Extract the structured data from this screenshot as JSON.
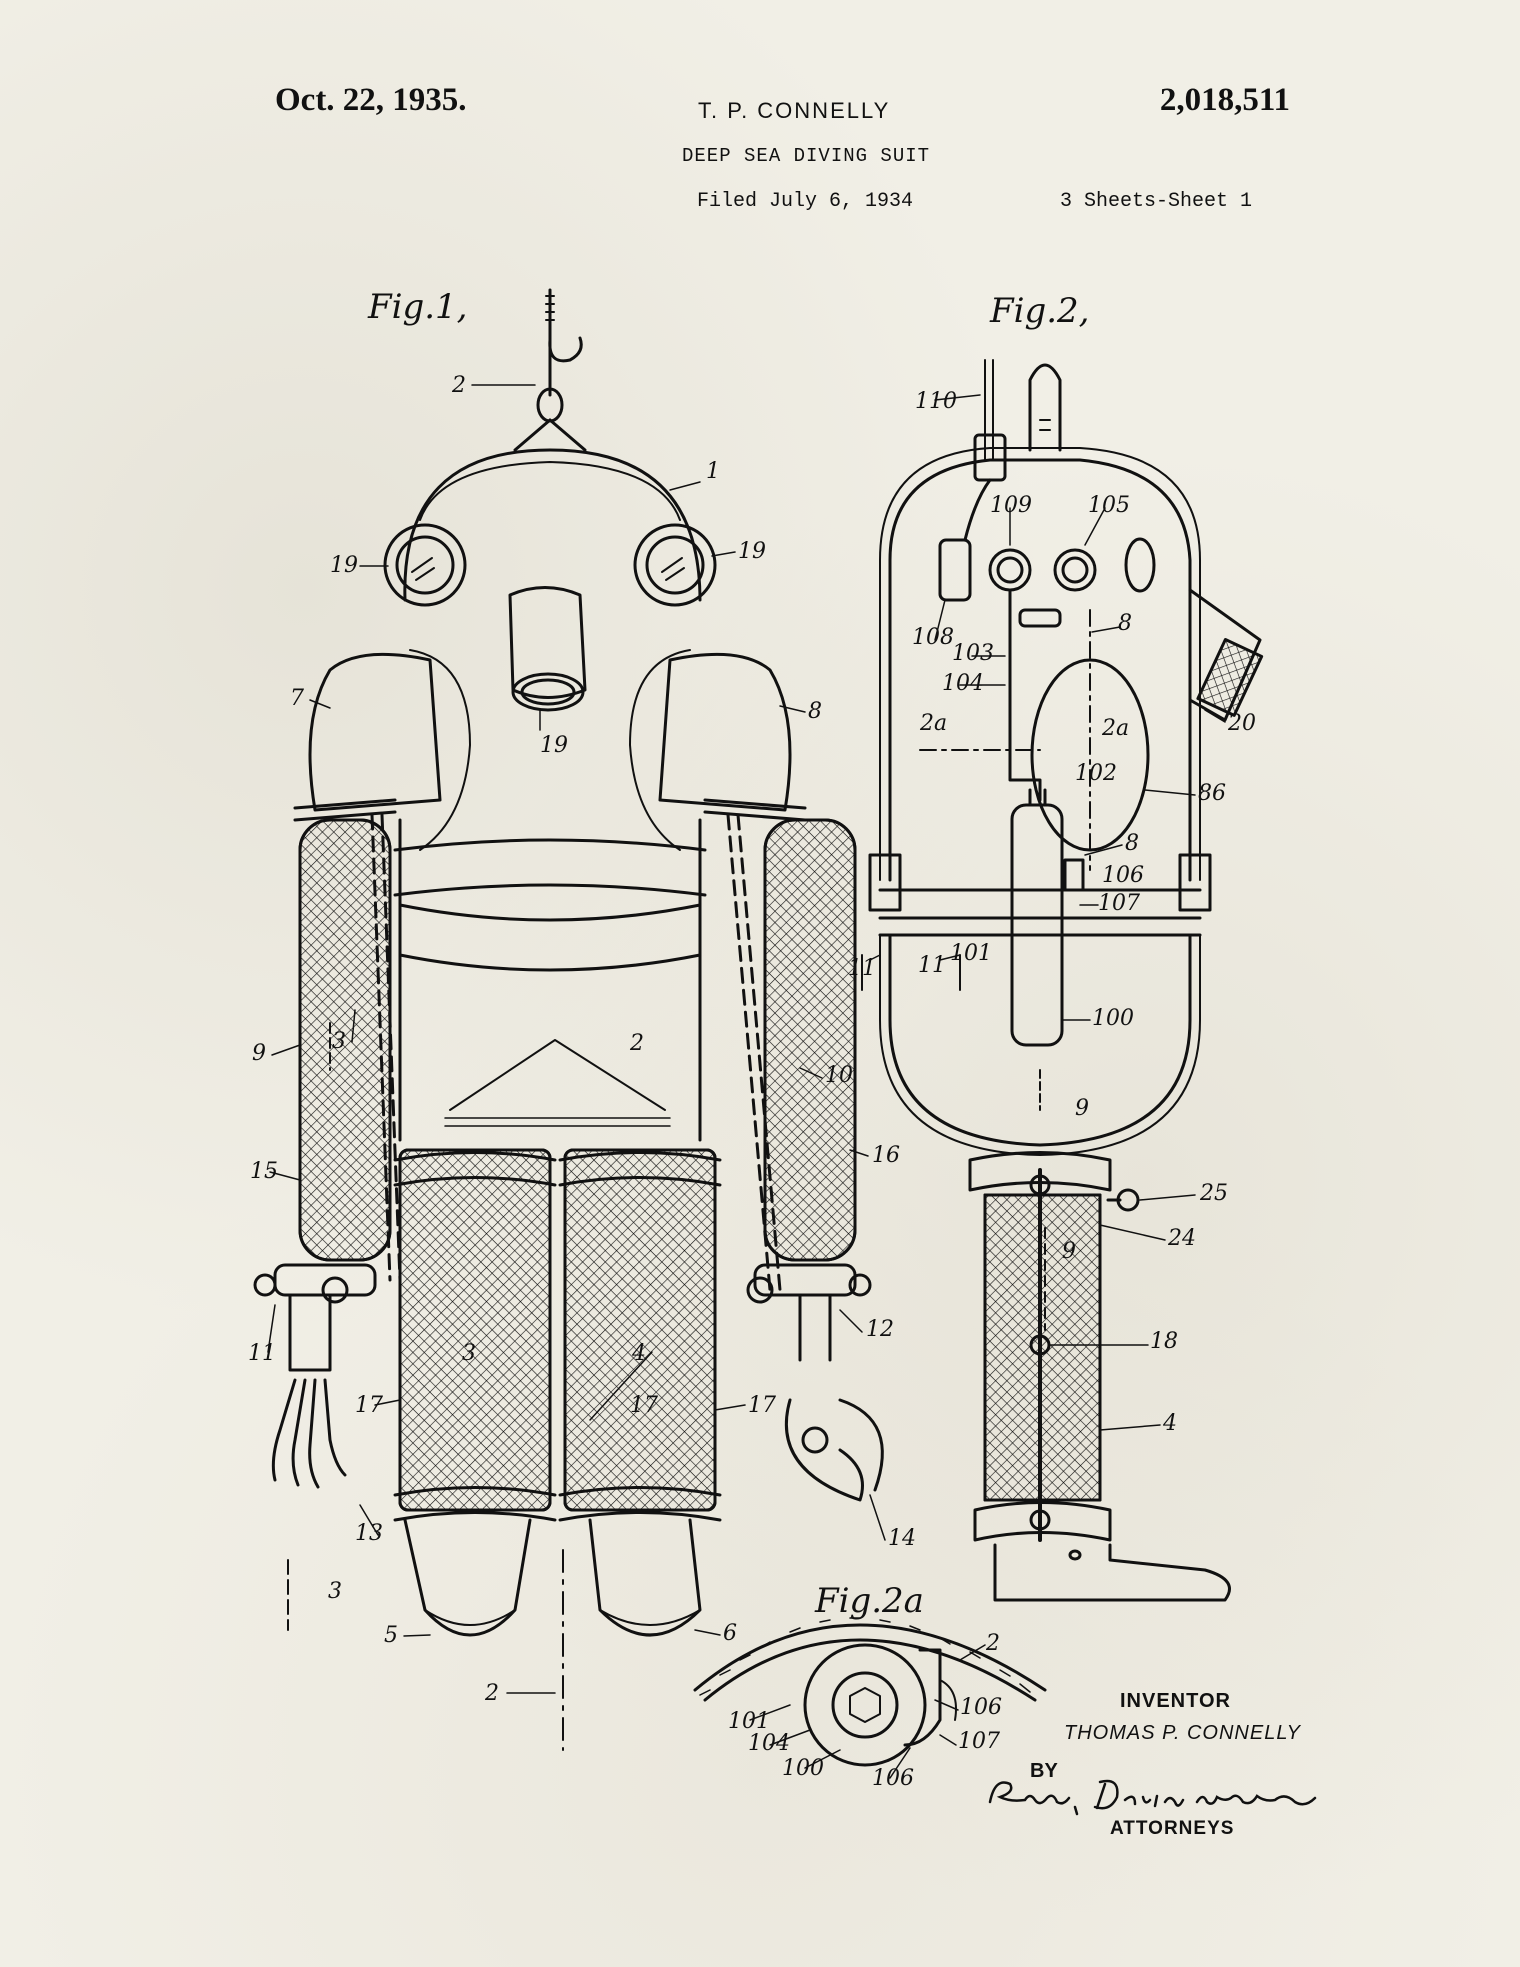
{
  "header": {
    "date": "Oct. 22, 1935.",
    "inventor": "T. P. CONNELLY",
    "patent_number": "2,018,511",
    "title": "DEEP SEA DIVING SUIT",
    "filed": "Filed July 6, 1934",
    "sheets": "3 Sheets-Sheet 1"
  },
  "figures": {
    "fig1": "Fig.1,",
    "fig2": "Fig.2,",
    "fig2a": "Fig.2a"
  },
  "reference_numerals": {
    "fig1": [
      "2",
      "1",
      "19",
      "19",
      "19",
      "7",
      "8",
      "9",
      "3",
      "2",
      "10",
      "15",
      "16",
      "11",
      "12",
      "3",
      "4",
      "17",
      "17",
      "17",
      "13",
      "14",
      "3",
      "5",
      "6",
      "2"
    ],
    "fig2": [
      "110",
      "109",
      "105",
      "108",
      "103",
      "8",
      "104",
      "2a",
      "2a",
      "20",
      "102",
      "86",
      "8",
      "106",
      "107",
      "11",
      "11",
      "101",
      "100",
      "9",
      "25",
      "24",
      "9",
      "18",
      "4"
    ],
    "fig2a": [
      "2",
      "101",
      "104",
      "106",
      "107",
      "100",
      "106"
    ]
  },
  "signature_block": {
    "inventor_label": "INVENTOR",
    "inventor_name": "THOMAS P. CONNELLY",
    "by": "BY",
    "attorneys_label": "ATTORNEYS"
  },
  "colors": {
    "paper": "#f1efe6",
    "ink": "#111111"
  }
}
